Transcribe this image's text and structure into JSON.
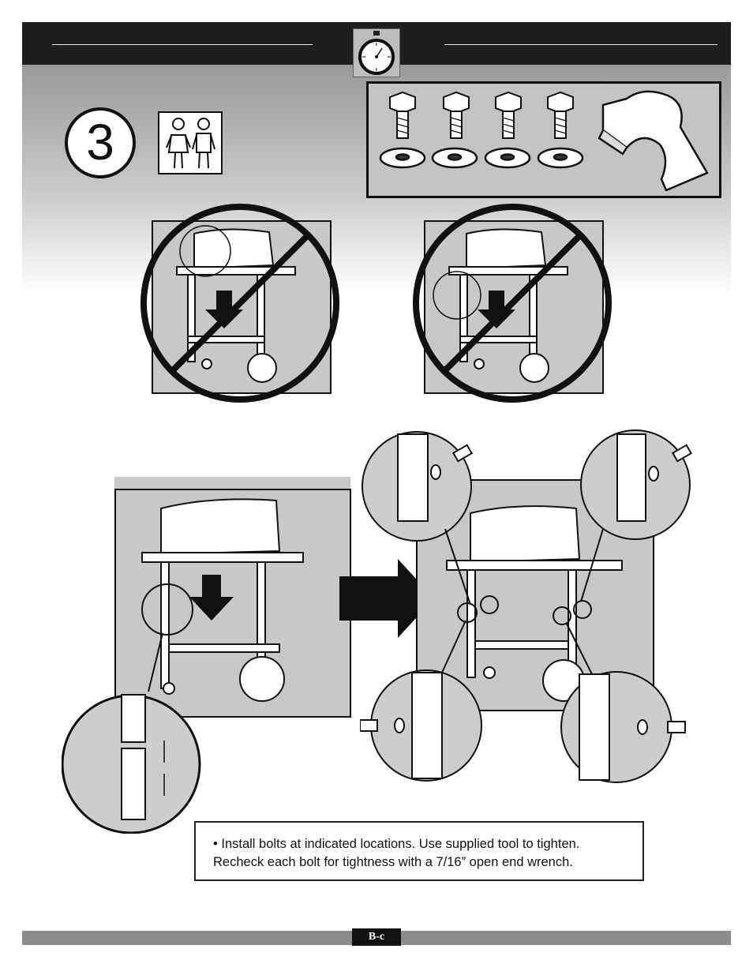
{
  "step": {
    "number": "3"
  },
  "icons": {
    "timer": "stopwatch-icon",
    "people": "two-people-icon",
    "bolt": "bolt-icon",
    "washer": "washer-icon",
    "tool": "wrench-tool-icon",
    "prohibited": "prohibited-icon",
    "arrow": "arrow-right-icon"
  },
  "instructions": {
    "text": "• Install bolts at indicated locations. Use supplied tool to tighten. Recheck each bolt for tightness with a 7/16” open end wrench."
  },
  "footer": {
    "page": "B-c"
  },
  "colors": {
    "header": "#1e1e1e",
    "footer": "#8c8c8c",
    "panel": "#c8c8c8"
  }
}
